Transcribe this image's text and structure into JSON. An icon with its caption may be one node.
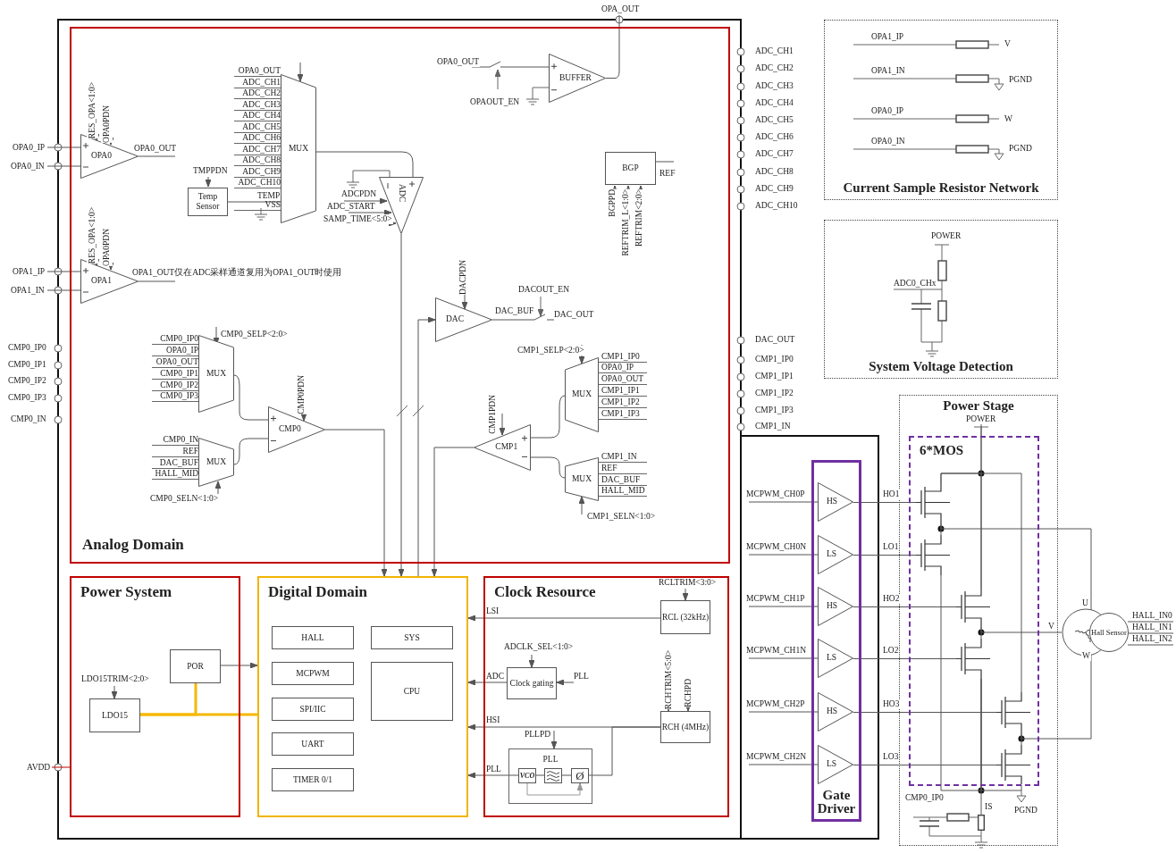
{
  "diagram": {
    "nodes": [
      {
        "text": [
          "Analog Domain"
        ]
      },
      {
        "text": [
          "OPA0"
        ],
        "in": 0
      },
      {
        "text": [
          "OPA1"
        ],
        "in": 0
      },
      {
        "text": [
          "MUX"
        ],
        "in": 0,
        "beside": [
          "OPA0_OUT",
          "ADC_CH1",
          "ADC_CH2",
          "ADC_CH3",
          "ADC_CH4",
          "ADC_CH5",
          "ADC_CH6",
          "ADC_CH7",
          "ADC_CH8",
          "ADC_CH9",
          "ADC_CH10",
          "VSS"
        ]
      },
      {
        "text": [
          "Temp Sensor"
        ],
        "in": 0
      },
      {
        "text": [
          "ADC"
        ],
        "in": 0
      },
      {
        "text": [
          "BUFFER"
        ],
        "in": 0
      },
      {
        "text": [
          "BGP"
        ],
        "in": 0
      },
      {
        "text": [
          "DAC"
        ],
        "in": 0
      },
      {
        "text": [
          "MUX"
        ],
        "in": 0,
        "beside": [
          "CMP0_IP0",
          "OPA0_IP",
          "OPA0_OUT",
          "CMP0_IP1",
          "CMP0_IP2",
          "CMP0_IP3"
        ]
      },
      {
        "text": [
          "MUX"
        ],
        "in": 0,
        "beside": [
          "CMP0_IN",
          "REF",
          "DAC_BUF",
          "HALL_MID"
        ]
      },
      {
        "text": [
          "CMP0"
        ],
        "in": 0
      },
      {
        "text": [
          "MUX"
        ],
        "in": 0,
        "beside": [
          "CMP1_IP0",
          "OPA0_IP",
          "OPA0_OUT",
          "CMP1_IP1",
          "CMP1_IP2",
          "CMP1_IP3"
        ]
      },
      {
        "text": [
          "MUX"
        ],
        "in": 0,
        "beside": [
          "CMP1_IN",
          "REF",
          "DAC_BUF",
          "HALL_MID"
        ]
      },
      {
        "text": [
          "CMP1"
        ],
        "in": 0
      },
      {
        "text": [
          "Power System"
        ]
      },
      {
        "text": [
          "POR"
        ],
        "in": 15
      },
      {
        "text": [
          "LDO15"
        ],
        "in": 15
      },
      {
        "text": [
          "Digital Domain"
        ]
      },
      {
        "text": [
          "HALL"
        ],
        "in": 18
      },
      {
        "text": [
          "SYS"
        ],
        "in": 18
      },
      {
        "text": [
          "MCPWM"
        ],
        "in": 18
      },
      {
        "text": [
          "CPU"
        ],
        "in": 18
      },
      {
        "text": [
          "SPI/IIC"
        ],
        "in": 18
      },
      {
        "text": [
          "UART"
        ],
        "in": 18
      },
      {
        "text": [
          "TIMER 0/1"
        ],
        "in": 18
      },
      {
        "text": [
          "Clock Resource"
        ]
      },
      {
        "text": [
          "RCL (32kHz)"
        ],
        "in": 26
      },
      {
        "text": [
          "Clock gating"
        ],
        "in": 26
      },
      {
        "text": [
          "RCH (4MHz)"
        ],
        "in": 26
      },
      {
        "text": [
          "PLL"
        ],
        "in": 26
      },
      {
        "text": [
          "VCO"
        ],
        "in": 30
      },
      {
        "text": [],
        "shape": "picture",
        "in": 30
      },
      {
        "text": [
          "Ø"
        ],
        "in": 30
      },
      {
        "text": [
          "Gate Driver"
        ]
      },
      {
        "text": [
          "HS"
        ],
        "in": 34
      },
      {
        "text": [
          "LS"
        ],
        "in": 34
      },
      {
        "text": [
          "HS"
        ],
        "in": 34
      },
      {
        "text": [
          "LS"
        ],
        "in": 34
      },
      {
        "text": [
          "HS"
        ],
        "in": 34
      },
      {
        "text": [
          "LS"
        ],
        "in": 34
      },
      {
        "text": [
          "Power Stage"
        ]
      },
      {
        "text": [
          "6*MOS"
        ],
        "in": 41
      },
      {
        "text": [],
        "shape": "picture",
        "in": 42
      },
      {
        "text": [],
        "shape": "picture",
        "in": 42
      },
      {
        "text": [],
        "shape": "picture",
        "in": 42
      },
      {
        "text": [],
        "shape": "picture",
        "in": 42
      },
      {
        "text": [],
        "shape": "picture",
        "in": 42
      },
      {
        "text": [],
        "shape": "picture",
        "in": 42
      },
      {
        "text": [],
        "shape": "circle"
      },
      {
        "text": [
          "Hall Sensor"
        ]
      },
      {
        "text": [
          "Current Sample Resistor Network"
        ]
      },
      {
        "text": [
          "System Voltage Detection"
        ]
      },
      {
        "text": [
          "OPA0_IP"
        ]
      },
      {
        "text": [
          "OPA0_IN"
        ]
      },
      {
        "text": [
          "OPA1_IP"
        ]
      },
      {
        "text": [
          "OPA1_IN"
        ]
      },
      {
        "text": [
          "OPA_OUT"
        ]
      },
      {
        "text": [
          "AVDD"
        ]
      },
      {
        "text": [
          "DAC_OUT"
        ],
        "in": 0
      },
      {
        "text": [
          "POWER"
        ],
        "in": 41
      },
      {
        "text": [],
        "shape": "box",
        "in": 41
      }
    ],
    "edges": [
      {
        "from": 53,
        "to": 1,
        "arrow": "none"
      },
      {
        "from": 54,
        "to": 1,
        "arrow": "none"
      },
      {
        "from": null,
        "to": 1,
        "arrow": "to",
        "label": "RES_OPA<1:0>"
      },
      {
        "from": null,
        "to": 1,
        "arrow": "to",
        "label": "OPA0PDN"
      },
      {
        "from": 1,
        "to": null,
        "arrow": "none",
        "label": "OPA0_OUT"
      },
      {
        "from": 55,
        "to": 2,
        "arrow": "none"
      },
      {
        "from": 56,
        "to": 2,
        "arrow": "none"
      },
      {
        "from": null,
        "to": 2,
        "arrow": "to",
        "label": "RES_OPA<1:0>"
      },
      {
        "from": null,
        "to": 2,
        "arrow": "to",
        "label": "OPA0PDN"
      },
      {
        "from": 2,
        "to": null,
        "arrow": "none",
        "label": "OPA1_OUT仅在ADC采样通道复用为OPA1_OUT时使用"
      },
      {
        "from": null,
        "to": 3,
        "arrow": "to"
      },
      {
        "from": null,
        "to": 4,
        "arrow": "to",
        "label": "TMPPDN"
      },
      {
        "from": 4,
        "to": 3,
        "arrow": "none",
        "label": "TEMP"
      },
      {
        "from": 3,
        "to": 5,
        "arrow": "none"
      },
      {
        "from": null,
        "to": 5,
        "arrow": "to",
        "label": "ADCPDN"
      },
      {
        "from": null,
        "to": 5,
        "arrow": "to",
        "label": "ADC_START"
      },
      {
        "from": null,
        "to": 5,
        "arrow": "to",
        "label": "SAMP_TIME<5:0>"
      },
      {
        "from": null,
        "to": 6,
        "arrow": "none",
        "label": "OPA0_OUT"
      },
      {
        "from": 6,
        "to": 57,
        "arrow": "none"
      },
      {
        "from": null,
        "to": 7,
        "arrow": "to",
        "label": "BGPPD"
      },
      {
        "from": null,
        "to": 7,
        "arrow": "to",
        "label": "REFTRIM_L<1:0>"
      },
      {
        "from": null,
        "to": 7,
        "arrow": "to",
        "label": "REFTRIM<2:0>"
      },
      {
        "from": 7,
        "to": null,
        "arrow": "none",
        "label": "REF"
      },
      {
        "from": null,
        "to": 8,
        "arrow": "to",
        "label": "DACPDN"
      },
      {
        "from": 8,
        "to": 59,
        "arrow": "none",
        "label": "DAC_BUF"
      },
      {
        "from": null,
        "to": 9,
        "arrow": "to",
        "label": "CMP0_SELP<2:0>"
      },
      {
        "from": 9,
        "to": 11,
        "arrow": "none"
      },
      {
        "from": 10,
        "to": 11,
        "arrow": "none"
      },
      {
        "from": null,
        "to": 10,
        "arrow": "to",
        "label": "CMP0_SELN<1:0>"
      },
      {
        "from": null,
        "to": 11,
        "arrow": "to",
        "label": "CMP0PDN"
      },
      {
        "from": null,
        "to": 12,
        "arrow": "to",
        "label": "CMP1_SELP<2:0>"
      },
      {
        "from": 12,
        "to": 14,
        "arrow": "none"
      },
      {
        "from": 13,
        "to": 14,
        "arrow": "none"
      },
      {
        "from": null,
        "to": 13,
        "arrow": "to",
        "label": "CMP1_SELN<1:0>"
      },
      {
        "from": null,
        "to": 14,
        "arrow": "to",
        "label": "CMP1PDN"
      },
      {
        "from": 11,
        "to": 18,
        "arrow": "to"
      },
      {
        "from": 5,
        "to": 18,
        "arrow": "to"
      },
      {
        "from": 18,
        "to": 8,
        "arrow": "to"
      },
      {
        "from": 14,
        "to": 18,
        "arrow": "to"
      },
      {
        "from": 58,
        "to": 15,
        "arrow": "none",
        "color": "#c00000"
      },
      {
        "from": null,
        "to": 17,
        "arrow": "to",
        "label": "LDO15TRIM<2:0>"
      },
      {
        "from": 17,
        "to": 16,
        "arrow": "none",
        "style": "thick",
        "color": "#f5b800"
      },
      {
        "from": 17,
        "to": 18,
        "arrow": "none",
        "style": "thick",
        "color": "#f5b800"
      },
      {
        "from": 16,
        "to": 18,
        "arrow": "to"
      },
      {
        "from": null,
        "to": 27,
        "arrow": "to",
        "label": "RCLTRIM<3:0>"
      },
      {
        "from": 27,
        "to": 18,
        "arrow": "to",
        "label": "LSI"
      },
      {
        "from": null,
        "to": 28,
        "arrow": "to",
        "label": "ADCLK_SEL<1:0>"
      },
      {
        "from": null,
        "to": 28,
        "arrow": "to",
        "label": "PLL"
      },
      {
        "from": 28,
        "to": 18,
        "arrow": "to",
        "label": "ADC"
      },
      {
        "from": null,
        "to": 29,
        "arrow": "to",
        "label": "RCHTRIM<5:0>"
      },
      {
        "from": null,
        "to": 29,
        "arrow": "to",
        "label": "RCHPD"
      },
      {
        "from": 29,
        "to": 18,
        "arrow": "to",
        "label": "HSI"
      },
      {
        "from": 29,
        "to": 33,
        "arrow": "none"
      },
      {
        "from": null,
        "to": 30,
        "arrow": "to",
        "label": "PLLPD"
      },
      {
        "from": 31,
        "to": 18,
        "arrow": "to",
        "label": "PLL"
      },
      {
        "from": 31,
        "to": 32,
        "arrow": "none"
      },
      {
        "from": 32,
        "to": 33,
        "arrow": "none"
      },
      {
        "from": 31,
        "to": 33,
        "arrow": "to",
        "color": "#999999"
      },
      {
        "from": null,
        "to": 35,
        "arrow": "none",
        "label": "MCPWM_CH0P"
      },
      {
        "from": null,
        "to": 36,
        "arrow": "none",
        "label": "MCPWM_CH0N"
      },
      {
        "from": null,
        "to": 37,
        "arrow": "none",
        "label": "MCPWM_CH1P"
      },
      {
        "from": null,
        "to": 38,
        "arrow": "none",
        "label": "MCPWM_CH1N"
      },
      {
        "from": null,
        "to": 39,
        "arrow": "none",
        "label": "MCPWM_CH2P"
      },
      {
        "from": null,
        "to": 40,
        "arrow": "none",
        "label": "MCPWM_CH2N"
      },
      {
        "from": 35,
        "to": 43,
        "arrow": "none",
        "label": "HO1"
      },
      {
        "from": 36,
        "to": 44,
        "arrow": "none",
        "label": "LO1"
      },
      {
        "from": 37,
        "to": 45,
        "arrow": "none",
        "label": "HO2"
      },
      {
        "from": 38,
        "to": 46,
        "arrow": "none",
        "label": "LO2"
      },
      {
        "from": 39,
        "to": 47,
        "arrow": "none",
        "label": "HO3"
      },
      {
        "from": 40,
        "to": 48,
        "arrow": "none",
        "label": "LO3"
      },
      {
        "from": 43,
        "to": 44,
        "arrow": "none"
      },
      {
        "from": 45,
        "to": 46,
        "arrow": "none"
      },
      {
        "from": 47,
        "to": 48,
        "arrow": "none"
      },
      {
        "from": 43,
        "to": 49,
        "arrow": "none",
        "label": "U"
      },
      {
        "from": 45,
        "to": 49,
        "arrow": "none",
        "label": "V"
      },
      {
        "from": 47,
        "to": 49,
        "arrow": "none",
        "label": "W"
      },
      {
        "from": 50,
        "to": null,
        "arrow": "none",
        "label": "HALL_IN0"
      },
      {
        "from": 50,
        "to": null,
        "arrow": "none",
        "label": "HALL_IN1"
      },
      {
        "from": 50,
        "to": null,
        "arrow": "none",
        "label": "HALL_IN2"
      },
      {
        "from": 43,
        "to": 45,
        "arrow": "none"
      },
      {
        "from": 45,
        "to": 47,
        "arrow": "none"
      },
      {
        "from": 44,
        "to": 46,
        "arrow": "none"
      },
      {
        "from": 46,
        "to": 48,
        "arrow": "none"
      },
      {
        "from": 60,
        "to": 43,
        "arrow": "none"
      },
      {
        "from": 46,
        "to": 61,
        "arrow": "none"
      }
    ],
    "labels": [
      "CMP0_IP0",
      "CMP0_IP1",
      "CMP0_IP2",
      "CMP0_IP3",
      "CMP0_IN",
      "ADC_CH1",
      "ADC_CH2",
      "ADC_CH3",
      "ADC_CH4",
      "ADC_CH5",
      "ADC_CH6",
      "ADC_CH7",
      "ADC_CH8",
      "ADC_CH9",
      "ADC_CH10",
      "DAC_OUT",
      "CMP1_IP0",
      "CMP1_IP1",
      "CMP1_IP2",
      "CMP1_IP3",
      "CMP1_IN",
      "OPAOUT_EN",
      "DACOUT_EN",
      "OPA1_IP",
      "V",
      "OPA1_IN",
      "PGND",
      "OPA0_IP",
      "W",
      "OPA0_IN",
      "PGND",
      "POWER",
      "ADC0_CHx",
      "CMP0_IP0",
      "IS",
      "PGND"
    ]
  }
}
